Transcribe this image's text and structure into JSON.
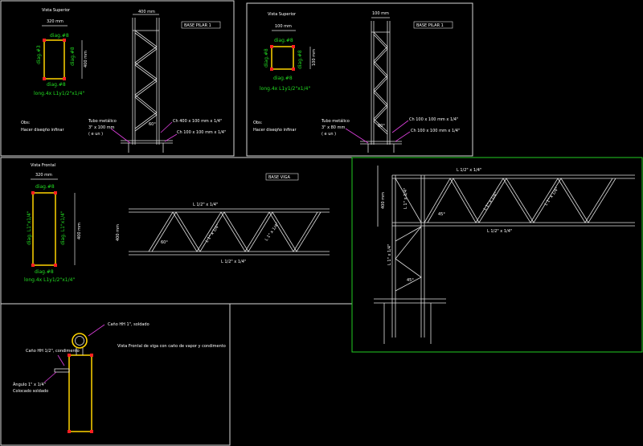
{
  "colors": {
    "background": "#000000",
    "frame": "#d8d8d8",
    "frame_highlight": "#22cc22",
    "steel": "#e0e0e0",
    "diagonal_label": "#22dd22",
    "angle_box": "#ff2020",
    "angle_fill": "#ffd400",
    "leader": "#e040e0"
  },
  "icons": [
    "angle-section-icon",
    "pipe-section-icon",
    "leader-arrow-icon"
  ],
  "panel1": {
    "top_view_title": "Vista Superior",
    "width_dim": "320 mm",
    "height_dim": "400 mm",
    "diag_top": "diag.#8",
    "diag_bottom": "diag.#8",
    "side_left": "diag.#3",
    "side_right": "diag.#8",
    "long_label": "long.4x L1y1/2\"x1/4\"",
    "note_line1": "Obs:",
    "note_line2": "Hacer diseqño infinar",
    "elev_top_dim": "400 mm",
    "tag": "BASE PILAR 1",
    "tube_left": "Tubo metálico",
    "tube_left2": "3\" x 100 mm",
    "tube_left3": "( e un )",
    "angle_label": "60°",
    "pl1": "Ch 400 x 100 mm x 1/4\"",
    "pl2": "Ch 100 x 100 mm x 1/4\""
  },
  "panel2": {
    "top_view_title": "Vista Superior",
    "width_dim": "100 mm",
    "height_dim": "100 mm",
    "diag_top": "diag.#8",
    "diag_bottom": "diag.#8",
    "side_left": "diag.#8",
    "side_right": "diag.#8",
    "long_label": "long.4x L1y1/2\"x1/4\"",
    "note_line1": "Obs:",
    "note_line2": "Hacer diseqño infinar",
    "elev_top_dim": "100 mm",
    "tag": "BASE PILAR 1",
    "tube_left": "Tubo metálico",
    "tube_left2": "3\" x 80 mm",
    "tube_left3": "( e un )",
    "angle_label": "60°",
    "pl1": "Ch 100 x 100 mm x 1/4\"",
    "pl2": "Ch 100 x 100 mm x 1/4\""
  },
  "panel3": {
    "front_view_title": "Vista Frontal",
    "width_dim": "320 mm",
    "height_dim": "400 mm",
    "diag_top": "diag.#8",
    "diag_bottom": "diag.#8",
    "side_left": "diag. L1\"x1/4\"",
    "side_right": "diag. L1\"x1/4\"",
    "long_label": "long.4x L1y1/2\"x1/4\"",
    "tag": "BASE VIGA",
    "top_chord": "L 1/2\" x 1/4\"",
    "bottom_chord": "L 1/2\" x 1/4\"",
    "diag1": "L 1\" x 1/4\"",
    "diag2": "L 1\" x 1/4\"",
    "angle_label": "60°",
    "depth_dim": "400 mm"
  },
  "panel4": {
    "top_chord": "L 1/2\" x 1/4\"",
    "bottom_chord": "L 1/2\" x 1/4\"",
    "vert_dim": "400 mm",
    "vert_label": "L 1\" x 1/4\"",
    "diag1": "L 1\" x 1/4\"",
    "diag2": "L 1\" x 1/4\"",
    "col_label": "L 1\" x 1/4\"",
    "angle1": "45°",
    "angle2": "45°"
  },
  "panel5": {
    "pipe_top": "Caño HH 1\", soldado",
    "pipe_left": "Caño HH 1/2\", condimento",
    "caption": "Vista Frontal de viga con caño de vapor y condimento",
    "angle_line1": "Ángulo 1\" x 1/4\"",
    "angle_line2": "Colocado soldado"
  }
}
